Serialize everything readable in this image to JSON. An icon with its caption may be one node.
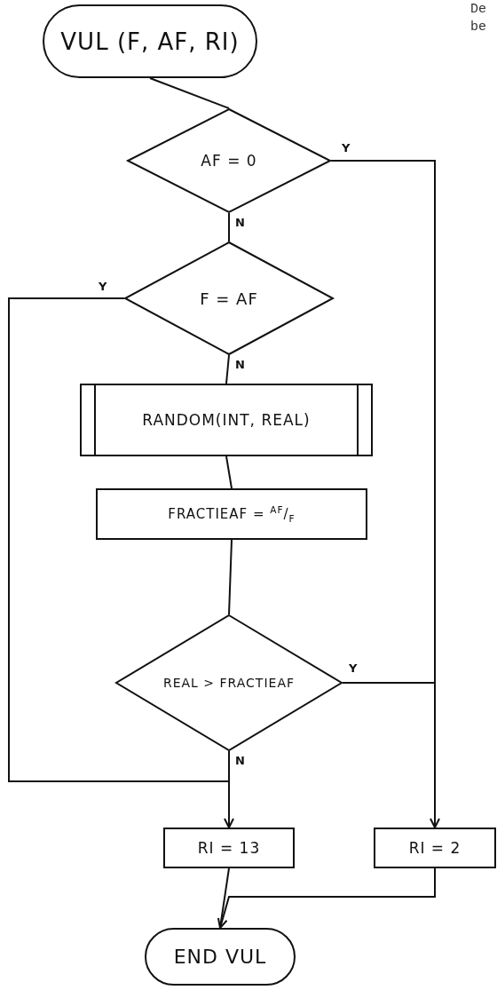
{
  "diagram": {
    "nodes": [
      {
        "text": [
          "VUL (F, AF, RI)"
        ]
      },
      {
        "text": [
          "AF = 0"
        ]
      },
      {
        "text": [
          "F = AF"
        ]
      },
      {
        "text": [
          "RANDOM(INT, REAL)"
        ]
      },
      {
        "text": [
          "FRACTIEAF = $^{AF}$/$_{F}$"
        ]
      },
      {
        "text": [
          "REAL > FRACTIEAF"
        ]
      },
      {
        "text": [
          "RI = 13"
        ]
      },
      {
        "text": [
          "RI = 2"
        ]
      },
      {
        "text": [
          "END VUL"
        ]
      }
    ],
    "edges": [
      {
        "from": 0,
        "to": 1,
        "arrow": "none"
      },
      {
        "from": 1,
        "to": 2,
        "arrow": "none",
        "label": "N"
      },
      {
        "from": 1,
        "to": 7,
        "arrow": "none",
        "label": "Y"
      },
      {
        "from": 2,
        "to": 6,
        "arrow": "to",
        "label": "Y"
      },
      {
        "from": 2,
        "to": 3,
        "arrow": "none",
        "label": "N"
      },
      {
        "from": 3,
        "to": 4,
        "arrow": "none"
      },
      {
        "from": 4,
        "to": 5,
        "arrow": "none"
      },
      {
        "from": 5,
        "to": 7,
        "arrow": "to",
        "label": "Y"
      },
      {
        "from": 5,
        "to": 6,
        "arrow": "none",
        "label": "N"
      },
      {
        "from": 6,
        "to": 8,
        "arrow": "none"
      },
      {
        "from": 7,
        "to": 8,
        "arrow": "to"
      }
    ],
    "labels": [
      "De",
      "be"
    ]
  }
}
